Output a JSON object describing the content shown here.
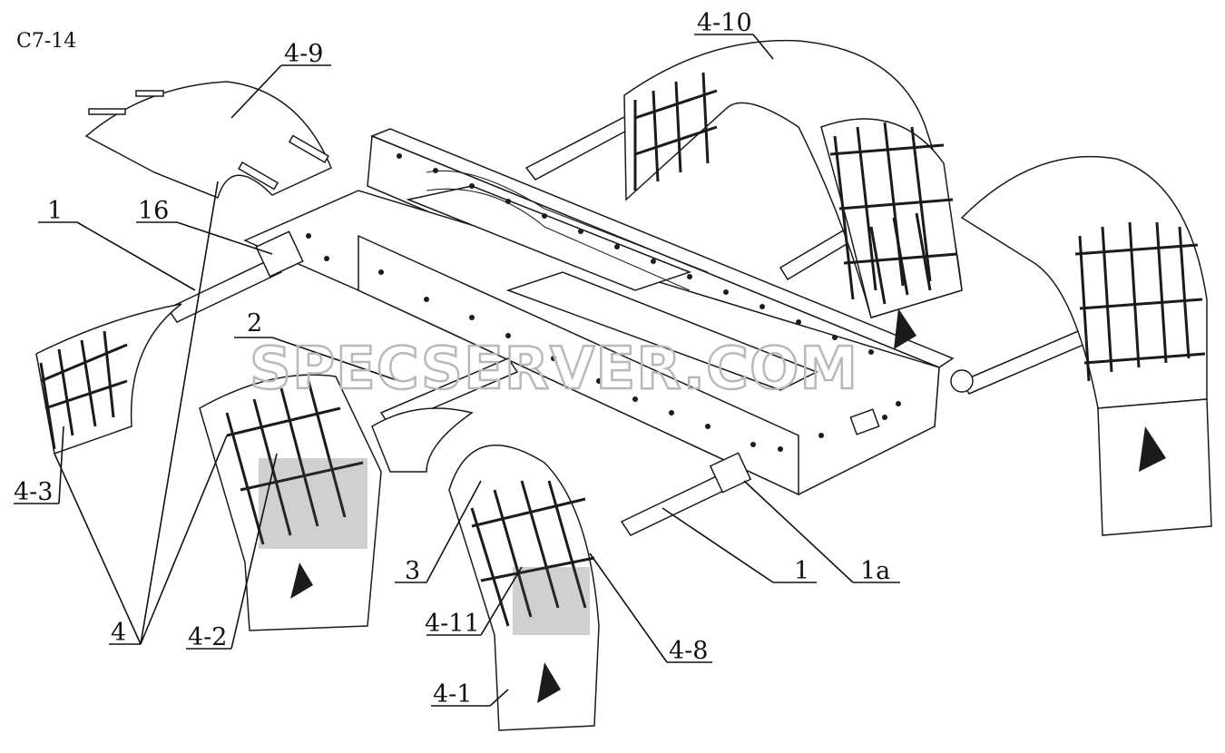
{
  "sheet_code": "C7-14",
  "watermark": "SPECSERVER.COM",
  "callouts": [
    {
      "id": "4-9",
      "text": "4-9"
    },
    {
      "id": "4-10",
      "text": "4-10"
    },
    {
      "id": "1-left",
      "text": "1"
    },
    {
      "id": "16",
      "text": "16"
    },
    {
      "id": "2",
      "text": "2"
    },
    {
      "id": "4-3",
      "text": "4-3"
    },
    {
      "id": "3",
      "text": "3"
    },
    {
      "id": "1-right",
      "text": "1"
    },
    {
      "id": "1a",
      "text": "1a"
    },
    {
      "id": "4",
      "text": "4"
    },
    {
      "id": "4-2",
      "text": "4-2"
    },
    {
      "id": "4-11",
      "text": "4-11"
    },
    {
      "id": "4-8",
      "text": "4-8"
    },
    {
      "id": "4-1",
      "text": "4-1"
    }
  ]
}
